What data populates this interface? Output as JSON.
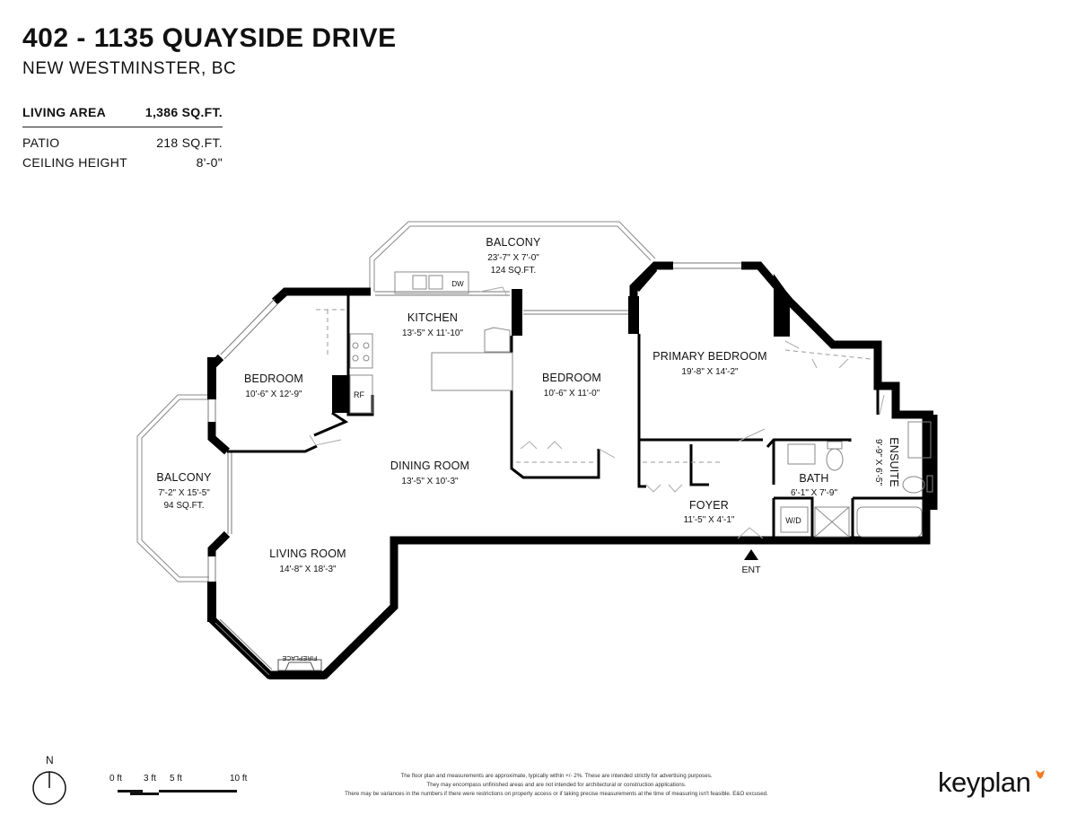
{
  "header": {
    "title": "402 - 1135 QUAYSIDE DRIVE",
    "subtitle": "NEW WESTMINSTER, BC"
  },
  "stats": [
    {
      "label": "LIVING AREA",
      "value": "1,386 SQ.FT."
    },
    {
      "label": "PATIO",
      "value": "218 SQ.FT."
    },
    {
      "label": "CEILING HEIGHT",
      "value": "8'-0\""
    }
  ],
  "rooms": {
    "balcony_top": {
      "name": "BALCONY",
      "dims": "23'-7\"  X  7'-0\"",
      "area": "124 SQ.FT."
    },
    "kitchen": {
      "name": "KITCHEN",
      "dims": "13'-5\"  X  11'-10\""
    },
    "bedroom_left": {
      "name": "BEDROOM",
      "dims": "10'-6\"  X  12'-9\""
    },
    "bedroom_mid": {
      "name": "BEDROOM",
      "dims": "10'-6\"  X  11'-0\""
    },
    "primary_bedroom": {
      "name": "PRIMARY BEDROOM",
      "dims": "19'-8\"  X  14'-2\""
    },
    "ensuite": {
      "name": "ENSUITE",
      "dims": "9'-9\"  X  6'-5\""
    },
    "balcony_left": {
      "name": "BALCONY",
      "dims": "7'-2\"  X  15'-5\"",
      "area": "94 SQ.FT."
    },
    "dining_room": {
      "name": "DINING ROOM",
      "dims": "13'-5\"  X  10'-3\""
    },
    "bath": {
      "name": "BATH",
      "dims": "6'-1\"  X  7'-9\""
    },
    "foyer": {
      "name": "FOYER",
      "dims": "11'-5\"  X  4'-1\""
    },
    "living_room": {
      "name": "LIVING ROOM",
      "dims": "14'-8\"  X  18'-3\""
    }
  },
  "fixtures": {
    "dw": "DW",
    "rf": "RF",
    "wd": "W/D",
    "fireplace": "FIREPLACE",
    "entrance": "ENT"
  },
  "compass": {
    "north": "N"
  },
  "scale": {
    "labels": [
      "0 ft",
      "3 ft",
      "5 ft",
      "10 ft"
    ]
  },
  "disclaimer": [
    "The floor plan and measurements are approximate, typically within +/- 2%. These are intended strictly for advertising purposes.",
    "They may encompass unfinished areas and are not intended for architectural or construction applications.",
    "There may be variances in the numbers if there were restrictions on property access or if taking precise measurements at the time of measuring isn't feasible. E&O excused."
  ],
  "brand": {
    "name": "keyplan",
    "accent": "#f47b20"
  }
}
